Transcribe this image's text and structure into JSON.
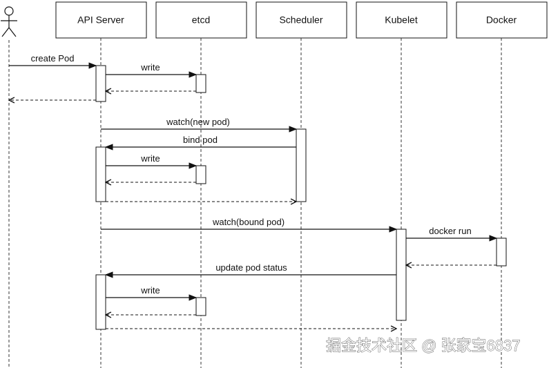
{
  "participants": {
    "api_server": "API Server",
    "etcd": "etcd",
    "scheduler": "Scheduler",
    "kubelet": "Kubelet",
    "docker": "Docker"
  },
  "messages": {
    "create_pod": "create Pod",
    "write_1": "write",
    "watch_new_pod": "watch(new pod)",
    "bind_pod": "bind pod",
    "write_2": "write",
    "watch_bound_pod": "watch(bound pod)",
    "docker_run": "docker run",
    "update_pod_status": "update pod status",
    "write_3": "write"
  },
  "watermark": "掘金技术社区 @ 张家宝6837"
}
